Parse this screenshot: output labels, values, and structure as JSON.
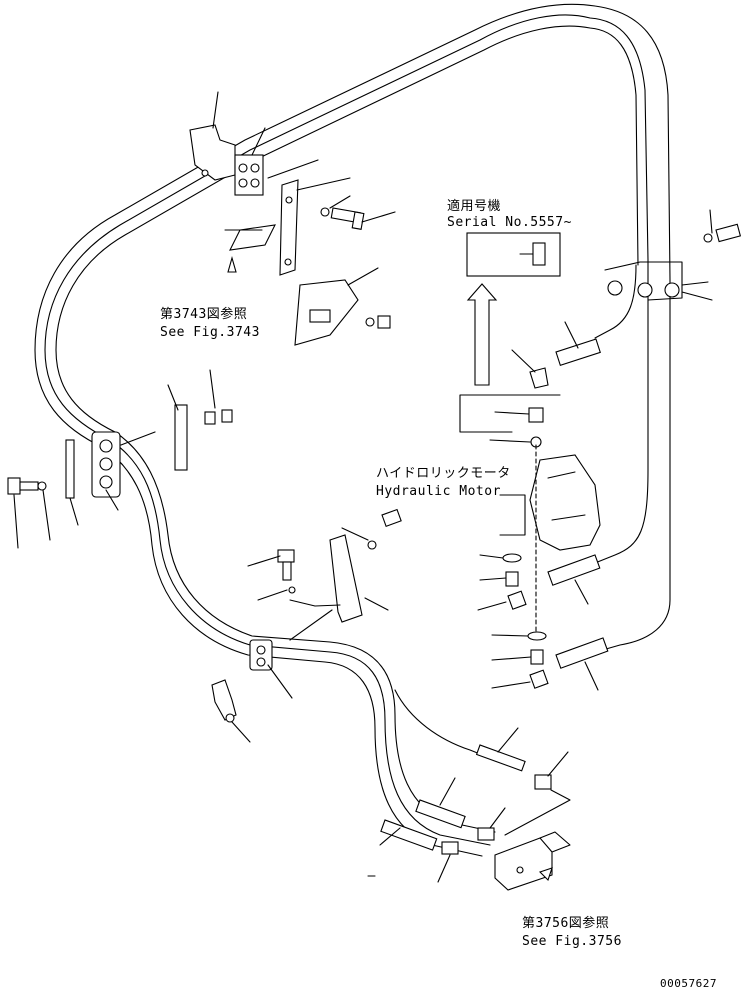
{
  "serial_box": {
    "title": "適用号機",
    "serial": "Serial No.5557~"
  },
  "ref_3743": {
    "jp": "第3743図参照",
    "en": "See Fig.3743"
  },
  "hydraulic_motor": {
    "jp": "ハイドロリックモータ",
    "en": "Hydraulic Motor"
  },
  "ref_3756": {
    "jp": "第3756図参照",
    "en": "See Fig.3756"
  },
  "drawing_number": "00057627"
}
